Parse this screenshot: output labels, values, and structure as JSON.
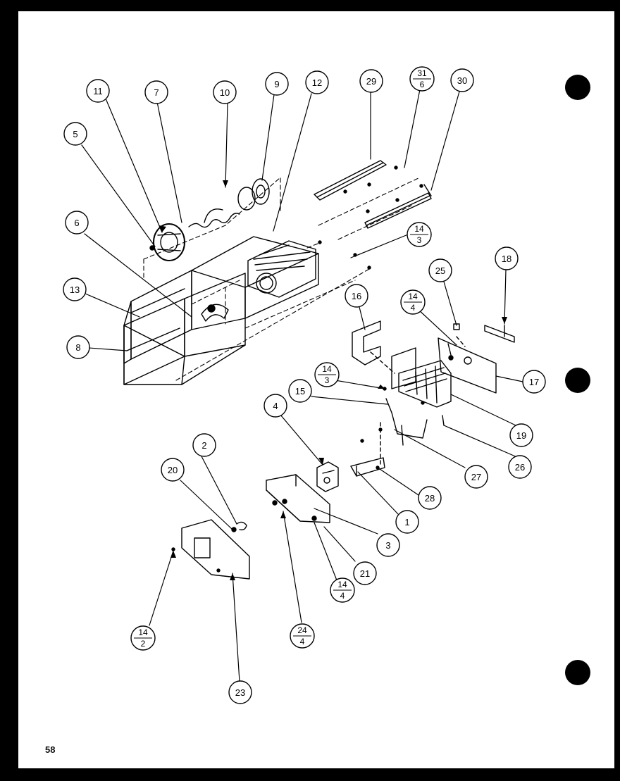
{
  "page_number": "58",
  "callouts": [
    {
      "id": "c11",
      "label": "11"
    },
    {
      "id": "c7",
      "label": "7"
    },
    {
      "id": "c10",
      "label": "10"
    },
    {
      "id": "c9",
      "label": "9"
    },
    {
      "id": "c12",
      "label": "12"
    },
    {
      "id": "c29",
      "label": "29"
    },
    {
      "id": "c30",
      "label": "30"
    },
    {
      "id": "c5",
      "label": "5"
    },
    {
      "id": "c6",
      "label": "6"
    },
    {
      "id": "c13",
      "label": "13"
    },
    {
      "id": "c8",
      "label": "8"
    },
    {
      "id": "c16",
      "label": "16"
    },
    {
      "id": "c25",
      "label": "25"
    },
    {
      "id": "c18",
      "label": "18"
    },
    {
      "id": "c17",
      "label": "17"
    },
    {
      "id": "c15",
      "label": "15"
    },
    {
      "id": "c19",
      "label": "19"
    },
    {
      "id": "c4",
      "label": "4"
    },
    {
      "id": "c26",
      "label": "26"
    },
    {
      "id": "c27",
      "label": "27"
    },
    {
      "id": "c2",
      "label": "2"
    },
    {
      "id": "c20",
      "label": "20"
    },
    {
      "id": "c28",
      "label": "28"
    },
    {
      "id": "c1",
      "label": "1"
    },
    {
      "id": "c3",
      "label": "3"
    },
    {
      "id": "c21",
      "label": "21"
    },
    {
      "id": "c23",
      "label": "23"
    }
  ],
  "fraction_callouts": [
    {
      "id": "f31-6",
      "top": "31",
      "bottom": "6"
    },
    {
      "id": "f14-3a",
      "top": "14",
      "bottom": "3"
    },
    {
      "id": "f14-4a",
      "top": "14",
      "bottom": "4"
    },
    {
      "id": "f14-3b",
      "top": "14",
      "bottom": "3"
    },
    {
      "id": "f14-4b",
      "top": "14",
      "bottom": "4"
    },
    {
      "id": "f14-2",
      "top": "14",
      "bottom": "2"
    },
    {
      "id": "f24-4",
      "top": "24",
      "bottom": "4"
    }
  ]
}
